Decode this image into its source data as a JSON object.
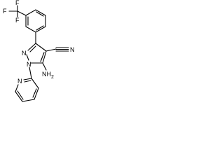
{
  "molecule": {
    "atom_labels": {
      "f_top": "F",
      "f_left": "F",
      "f_bottom": "F",
      "n_ring_2": "N",
      "n_ring_1": "N",
      "n_pyridine": "N",
      "n_nitrile": "N",
      "amino": "NH",
      "amino_h_count": "2"
    }
  }
}
